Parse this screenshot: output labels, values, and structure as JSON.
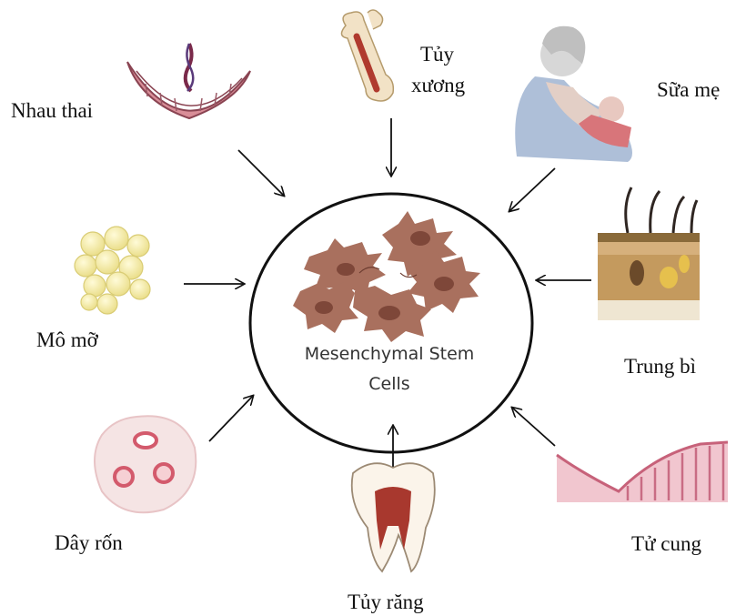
{
  "center": {
    "line1": "Mesenchymal Stem",
    "line2": "Cells"
  },
  "sources": [
    {
      "id": "placenta",
      "label": "Nhau thai",
      "icon": "placenta-icon"
    },
    {
      "id": "bone-marrow",
      "label_line1": "Tủy",
      "label_line2": "xương",
      "icon": "bone-icon"
    },
    {
      "id": "breast-milk",
      "label": "Sữa mẹ",
      "icon": "breastfeeding-icon"
    },
    {
      "id": "adipose",
      "label": "Mô mỡ",
      "icon": "fat-cells-icon"
    },
    {
      "id": "dermis",
      "label": "Trung bì",
      "icon": "skin-layer-icon"
    },
    {
      "id": "umbilical-cord",
      "label": "Dây rốn",
      "icon": "umbilical-cord-icon"
    },
    {
      "id": "dental-pulp",
      "label": "Tủy răng",
      "icon": "tooth-icon"
    },
    {
      "id": "uterus",
      "label": "Tử cung",
      "icon": "endometrium-icon"
    }
  ],
  "colors": {
    "cell": "#a9705e",
    "nucleus": "#7e4739",
    "tissue_pink": "#c77a8a",
    "fat_yellow": "#f4eca2",
    "bone_red": "#b03a2e"
  }
}
